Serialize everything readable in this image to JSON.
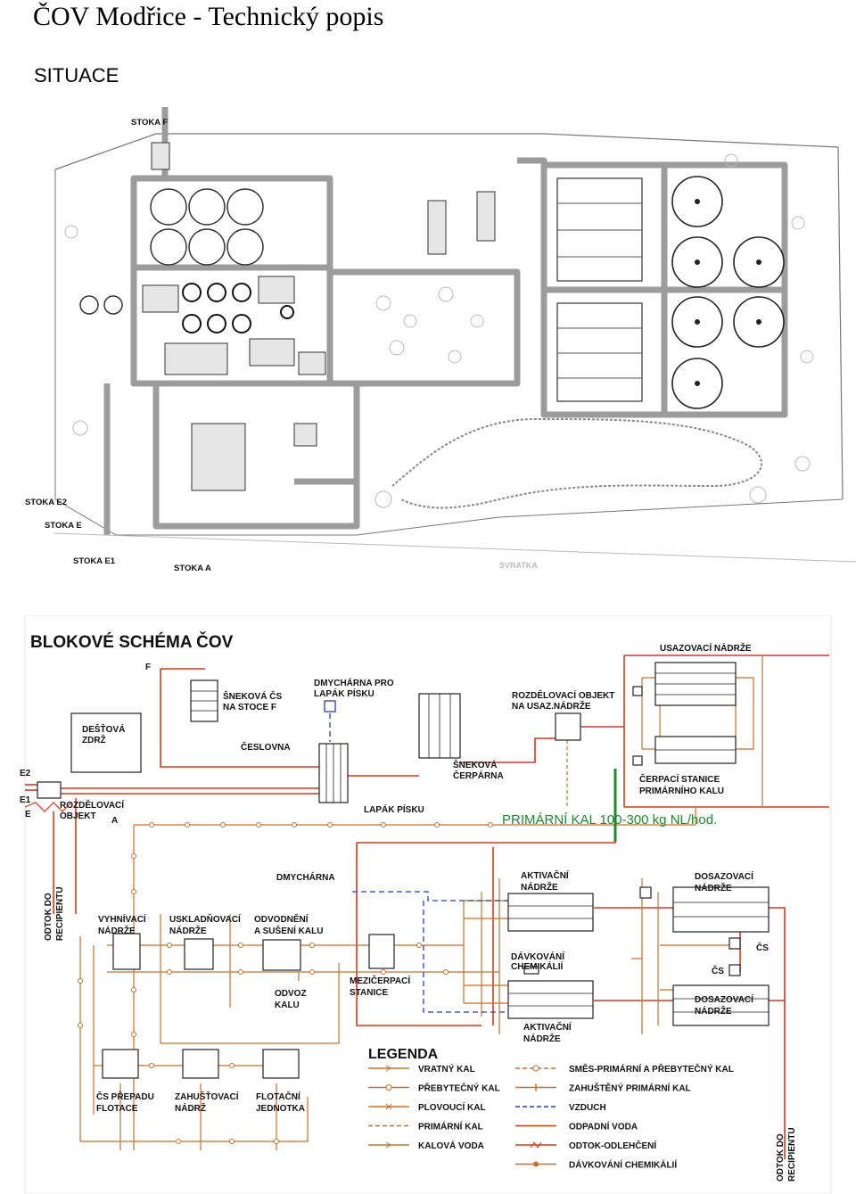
{
  "header": {
    "title": "ČOV Modřice - Technický popis",
    "section": "SITUACE"
  },
  "site_plan": {
    "labels": {
      "stoka_f": "STOKA F",
      "stoka_e2": "STOKA E2",
      "stoka_e": "STOKA E",
      "stoka_e1": "STOKA E1",
      "stoka_a": "STOKA A",
      "svratka": "SVRATKA"
    }
  },
  "schema": {
    "title": "BLOKOVÉ SCHÉMA ČOV",
    "labels": {
      "f": "F",
      "e2": "E2",
      "e1": "E1",
      "e": "E",
      "a": "A",
      "snekova_cs": "ŠNEKOVÁ ČS",
      "na_stoce_f": "NA STOCE F",
      "dmycharna_pro": "DMYCHÁRNA PRO",
      "lapak_pisku_1": "LAPÁK PÍSKU",
      "destova": "DEŠŤOVÁ",
      "zdrz": "ZDRŽ",
      "ceslovna": "ČESLOVNA",
      "rozdelovaci": "ROZDĚLOVACÍ",
      "objekt": "OBJEKT",
      "lapak_pisku_2": "LAPÁK PÍSKU",
      "snekova": "ŠNEKOVÁ",
      "cerparna": "ČERPÁRNA",
      "rozdel_objekt": "ROZDĚLOVACÍ OBJEKT",
      "na_usaz": "NA USAZ.NÁDRŽE",
      "usazovaci": "USAZOVACÍ NÁDRŽE",
      "cerpaci_stanice": "ČERPACÍ STANICE",
      "primarniho_kalu": "PRIMÁRNÍHO KALU",
      "primarni_kal_note": "PRIMÁRNÍ KAL   100-300 kg NL/hod.",
      "odtok_recip_left_1": "ODTOK DO",
      "odtok_recip_left_2": "RECIPIENTU",
      "dmycharna": "DMYCHÁRNA",
      "aktivacni_1a": "AKTIVAČNÍ",
      "aktivacni_1b": "NÁDRŽE",
      "dosazovaci_1a": "DOSAZOVACÍ",
      "dosazovaci_1b": "NÁDRŽE",
      "vyhnivaci_a": "VYHNÍVACÍ",
      "vyhnivaci_b": "NÁDRŽE",
      "uskladnovaci_a": "USKLADŇOVACÍ",
      "uskladnovaci_b": "NÁDRŽE",
      "odvodneni_a": "ODVODNĚNÍ",
      "odvodneni_b": "A SUŠENÍ KALU",
      "cs_1": "ČS",
      "cs_2": "ČS",
      "davkovani_a": "DÁVKOVÁNÍ",
      "davkovani_b": "CHEMIKÁLIÍ",
      "odvoz_a": "ODVOZ",
      "odvoz_b": "KALU",
      "mezicerpaci_a": "MEZIČERPACÍ",
      "mezicerpaci_b": "STANICE",
      "dosazovaci_2a": "DOSAZOVACÍ",
      "dosazovaci_2b": "NÁDRŽE",
      "aktivacni_2a": "AKTIVAČNÍ",
      "aktivacni_2b": "NÁDRŽE",
      "cs_prepadu_a": "ČS PŘEPADU",
      "cs_prepadu_b": "FLOTACE",
      "zahustovaci_a": "ZAHUŠŤOVACÍ",
      "zahustovaci_b": "NÁDRŽ",
      "flotacni_a": "FLOTAČNÍ",
      "flotacni_b": "JEDNOTKA",
      "odtok_recip_right_1": "ODTOK DO",
      "odtok_recip_right_2": "RECIPIENTU"
    },
    "legend": {
      "title": "LEGENDA",
      "items": [
        {
          "label": "VRATNÝ KAL",
          "color": "#c8702a",
          "marker": "arrow"
        },
        {
          "label": "PŘEBYTEČNÝ KAL",
          "color": "#c8702a",
          "marker": "circle"
        },
        {
          "label": "PLOVOUCÍ KAL",
          "color": "#c8702a",
          "marker": "cross"
        },
        {
          "label": "PRIMÁRNÍ KAL",
          "color": "#c8702a",
          "marker": "dash"
        },
        {
          "label": "KALOVÁ VODA",
          "color": "#c8702a",
          "marker": "dotarrow"
        },
        {
          "label": "SMĚS-PRIMÁRNÍ A PŘEBYTEČNÝ KAL",
          "color": "#c8702a",
          "marker": "dashcircle"
        },
        {
          "label": "ZAHUŠTĚNÝ PRIMÁRNÍ KAL",
          "color": "#c8702a",
          "marker": "bar"
        },
        {
          "label": "VZDUCH",
          "color": "#2b3fb8",
          "marker": "airdash"
        },
        {
          "label": "ODPADNÍ VODA",
          "color": "#d23a1e",
          "marker": "plain"
        },
        {
          "label": "ODTOK-ODLEHČENÍ",
          "color": "#d23a1e",
          "marker": "zigzag"
        },
        {
          "label": "DÁVKOVÁNÍ CHEMIKÁLIÍ",
          "color": "#c8702a",
          "marker": "dot"
        }
      ]
    },
    "colors": {
      "sludge": "#c8702a",
      "wastewater": "#d23a1e",
      "air": "#2b3fb8",
      "note_green": "#1f8a2c"
    }
  }
}
